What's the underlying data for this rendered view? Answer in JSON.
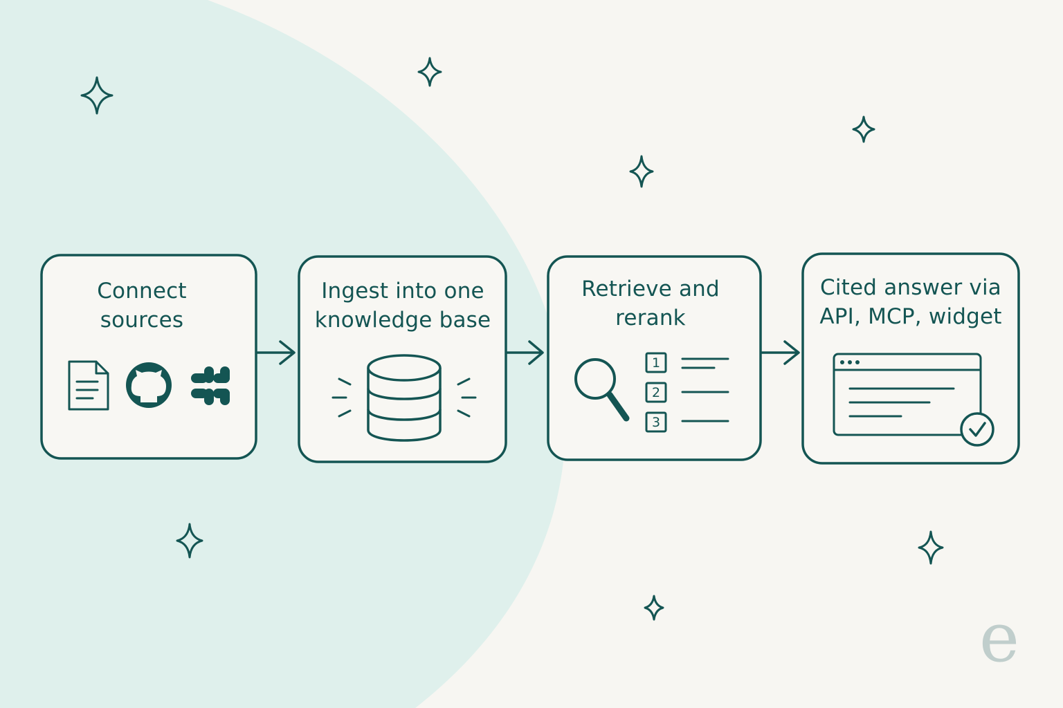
{
  "colors": {
    "background": "#f7f6f2",
    "blob": "#dff0ec",
    "ink": "#145553",
    "box_fill": "#f8f7f3",
    "brand_mark": "#c0cecc"
  },
  "steps": [
    {
      "title_line1": "Connect",
      "title_line2": "sources",
      "icons": [
        "document-icon",
        "github-icon",
        "slack-icon"
      ]
    },
    {
      "title_line1": "Ingest into one",
      "title_line2": "knowledge base",
      "icons": [
        "database-icon"
      ]
    },
    {
      "title_line1": "Retrieve and",
      "title_line2": "rerank",
      "icons": [
        "magnifier-icon",
        "ranked-list-icon"
      ],
      "ranks": [
        "1",
        "2",
        "3"
      ]
    },
    {
      "title_line1": "Cited answer via",
      "title_line2": "API, MCP, widget",
      "icons": [
        "browser-window-icon",
        "check-circle-icon"
      ]
    }
  ],
  "connectors": [
    "arrow-right-icon",
    "arrow-right-icon",
    "arrow-right-icon"
  ],
  "decorations": [
    "sparkle-icon"
  ],
  "brand": {
    "mark": "e"
  }
}
